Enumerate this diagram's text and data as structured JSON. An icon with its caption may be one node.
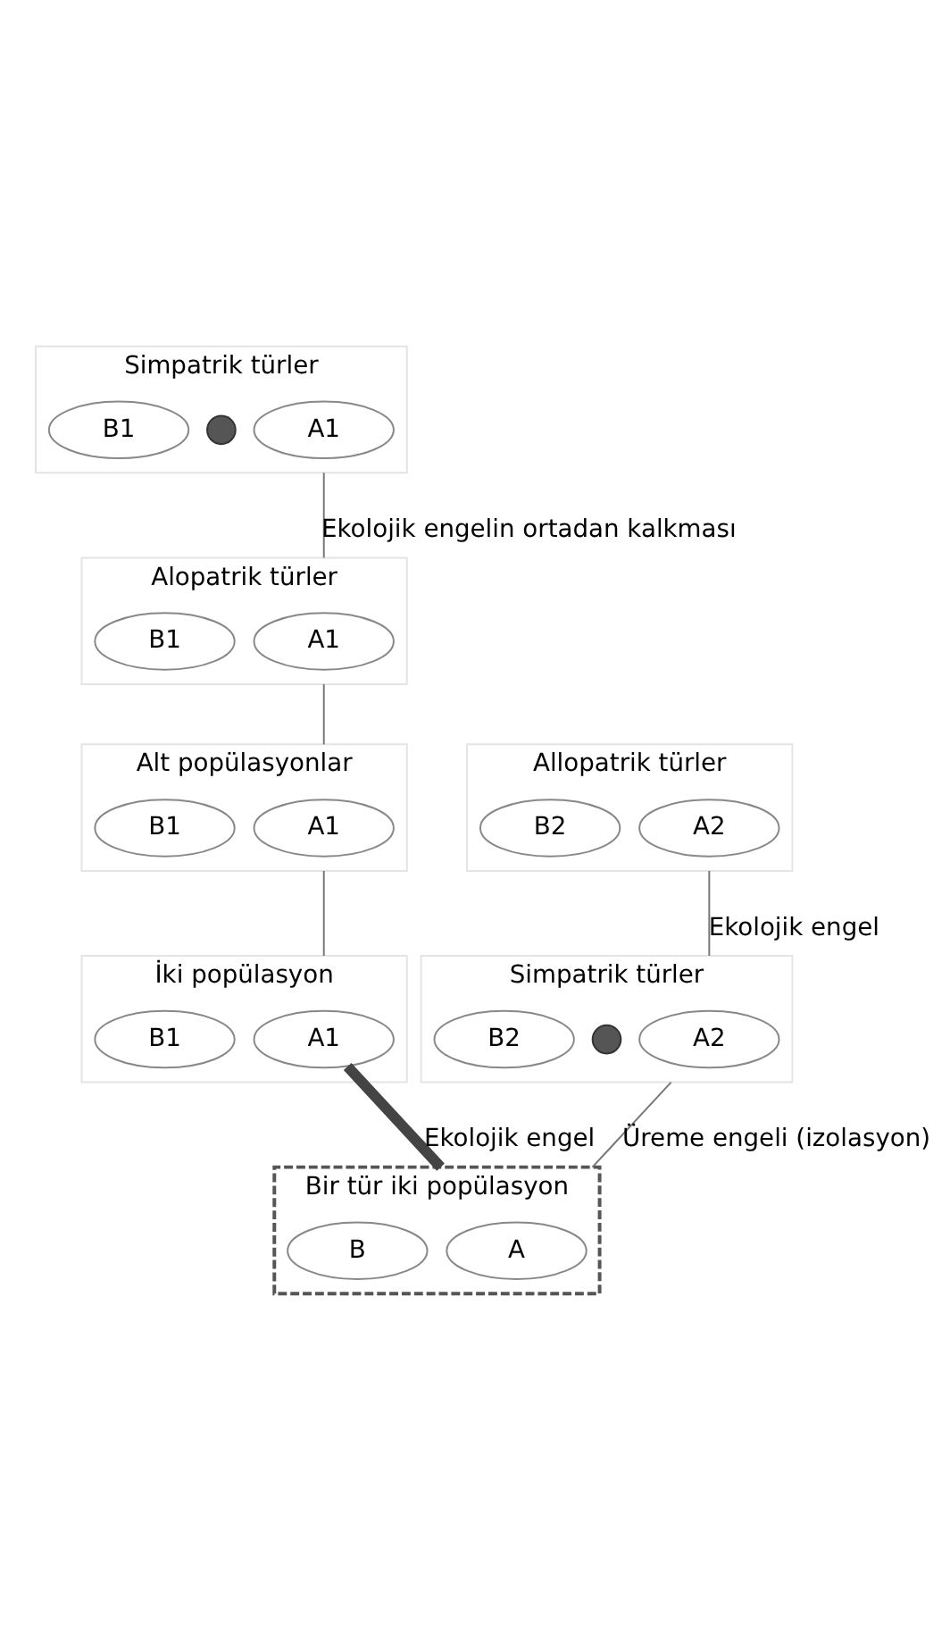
{
  "diagram": {
    "nodes": [
      {
        "text": [
          "Simpatrik türler"
        ]
      },
      {
        "text": [
          "A1"
        ],
        "in": 0
      },
      {
        "text": [],
        "shape": "circle",
        "in": 0
      },
      {
        "text": [
          "B1"
        ],
        "in": 0
      },
      {
        "text": [
          "Allopatrik türler"
        ]
      },
      {
        "text": [
          "A2"
        ],
        "in": 4
      },
      {
        "text": [
          "B2"
        ],
        "in": 4
      },
      {
        "text": [
          "Alopatrik türler"
        ]
      },
      {
        "text": [
          "A1"
        ],
        "in": 7
      },
      {
        "text": [
          "B1"
        ],
        "in": 7
      },
      {
        "text": [
          "Simpatrik türler"
        ]
      },
      {
        "text": [
          "A2"
        ],
        "in": 10
      },
      {
        "text": [],
        "shape": "circle",
        "in": 10
      },
      {
        "text": [
          "B2"
        ],
        "in": 10
      },
      {
        "text": [
          "Alt popülasyonlar"
        ]
      },
      {
        "text": [
          "A1"
        ],
        "in": 14
      },
      {
        "text": [
          "B1"
        ],
        "in": 14
      },
      {
        "text": [
          "İki popülasyon"
        ]
      },
      {
        "text": [
          "A1"
        ],
        "in": 17
      },
      {
        "text": [
          "B1"
        ],
        "in": 17
      },
      {
        "text": [
          "Bir tür iki popülasyon"
        ]
      },
      {
        "text": [
          "A"
        ],
        "in": 20
      },
      {
        "text": [
          "B"
        ],
        "in": 20
      }
    ],
    "edges": [
      {
        "from": 0,
        "to": 7,
        "arrow": "none",
        "label": "Ekolojik engelin ortadan kalkması"
      },
      {
        "from": 4,
        "to": 10,
        "arrow": "none",
        "label": "Ekolojik engel"
      },
      {
        "from": 7,
        "to": 14,
        "arrow": "none"
      },
      {
        "from": 10,
        "to": 20,
        "arrow": "none",
        "label": "Üreme engeli (izolasyon)"
      },
      {
        "from": 14,
        "to": 17,
        "arrow": "none"
      },
      {
        "from": 18,
        "to": 20,
        "arrow": "none",
        "label": "Ekolojik engel",
        "style": "thick"
      }
    ]
  }
}
